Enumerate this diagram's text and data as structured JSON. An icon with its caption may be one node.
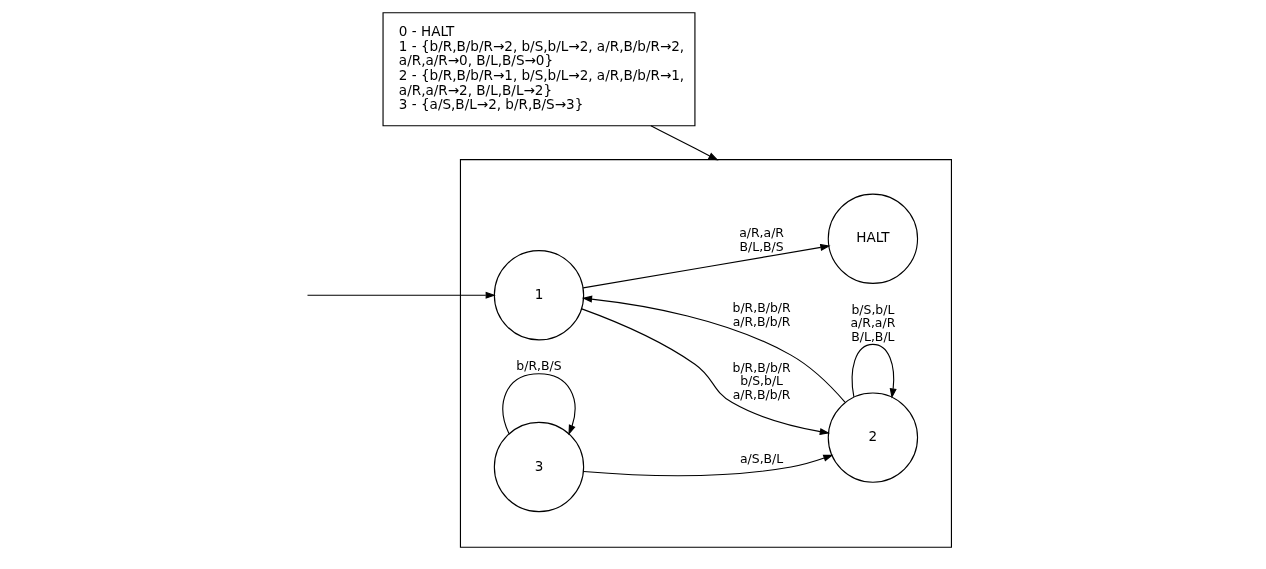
{
  "diagram": {
    "nodes": [
      {
        "text": [
          "0 - HALT",
          "1 - {b/R,B/b/R→2, b/S,b/L→2, a/R,B/b/R→2, a/R,a/R→0, B/L,B/S→0}",
          "2 - {b/R,B/b/R→1, b/S,b/L→2, a/R,B/b/R→1, a/R,a/R→2, B/L,B/L→2}",
          "3 - {a/S,B/L→2, b/R,B/S→3}"
        ]
      },
      {
        "text": [],
        "shape": "box"
      },
      {
        "text": [
          "HALT"
        ],
        "in": 1
      },
      {
        "text": [
          "1"
        ],
        "in": 1
      },
      {
        "text": [
          "2"
        ],
        "in": 1
      },
      {
        "text": [
          "3"
        ],
        "in": 1
      }
    ],
    "edges": [
      {
        "from": 0,
        "to": 1,
        "arrow": "to"
      },
      {
        "from": null,
        "to": 3,
        "arrow": "to"
      },
      {
        "from": 3,
        "to": 2,
        "arrow": "to",
        "label": "a/R,a/R B/L,B/S"
      },
      {
        "from": 3,
        "to": 4,
        "arrow": "to",
        "label": "b/R,B/b/R b/S,b/L a/R,B/b/R"
      },
      {
        "from": 4,
        "to": 3,
        "arrow": "to",
        "label": "b/R,B/b/R a/R,B/b/R"
      },
      {
        "from": 5,
        "to": 4,
        "arrow": "to",
        "label": "a/S,B/L"
      },
      {
        "from": 5,
        "to": 5,
        "arrow": "to",
        "label": "b/R,B/S"
      },
      {
        "from": 4,
        "to": 4,
        "arrow": "to",
        "label": "b/S,b/L a/R,a/R B/L,B/L"
      }
    ]
  }
}
